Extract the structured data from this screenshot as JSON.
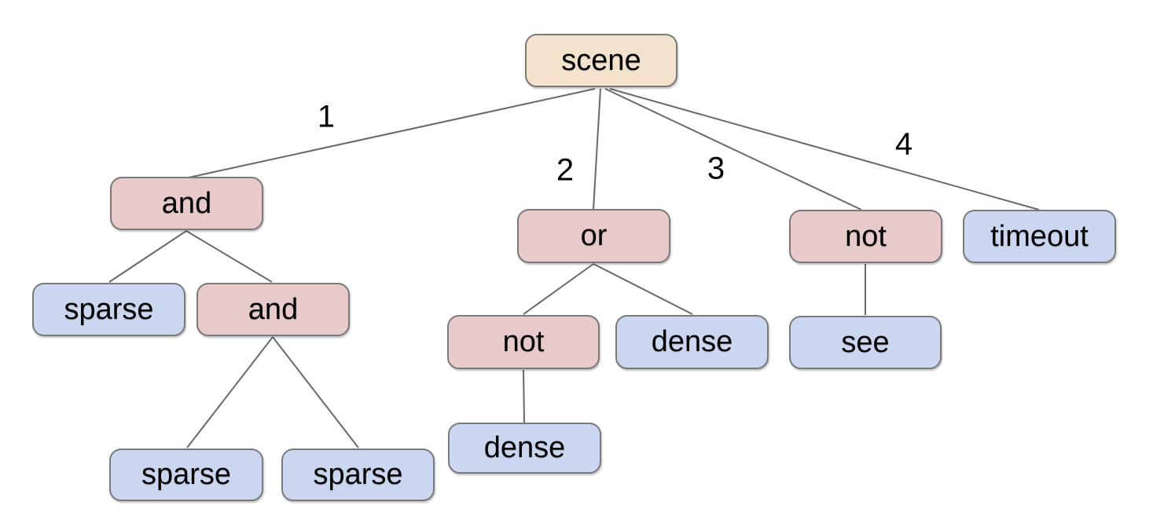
{
  "figure": {
    "background": "#ffffff",
    "palette": {
      "root_fill": "#f3e3cd",
      "operator_fill": "#e8caca",
      "leaf_fill": "#cbd7f0",
      "node_border": "#7a7a7a",
      "edge_color": "#696969",
      "edge_label_color": "#000000",
      "text_color": "#000000",
      "background": "#ffffff"
    },
    "nodes": [
      {
        "id": "scene",
        "label": "scene",
        "kind": "root"
      },
      {
        "id": "and-1",
        "label": "and",
        "kind": "operator"
      },
      {
        "id": "or",
        "label": "or",
        "kind": "operator"
      },
      {
        "id": "not-3",
        "label": "not",
        "kind": "operator"
      },
      {
        "id": "timeout",
        "label": "timeout",
        "kind": "leaf"
      },
      {
        "id": "sparse-a",
        "label": "sparse",
        "kind": "leaf"
      },
      {
        "id": "and-2",
        "label": "and",
        "kind": "operator"
      },
      {
        "id": "not-2",
        "label": "not",
        "kind": "operator"
      },
      {
        "id": "dense-a",
        "label": "dense",
        "kind": "leaf"
      },
      {
        "id": "see",
        "label": "see",
        "kind": "leaf"
      },
      {
        "id": "dense-b",
        "label": "dense",
        "kind": "leaf"
      },
      {
        "id": "sparse-b",
        "label": "sparse",
        "kind": "leaf"
      },
      {
        "id": "sparse-c",
        "label": "sparse",
        "kind": "leaf"
      }
    ],
    "edges": [
      {
        "from": "scene",
        "to": "and-1",
        "label": "1"
      },
      {
        "from": "scene",
        "to": "or",
        "label": "2"
      },
      {
        "from": "scene",
        "to": "not-3",
        "label": "3"
      },
      {
        "from": "scene",
        "to": "timeout",
        "label": "4"
      },
      {
        "from": "and-1",
        "to": "sparse-a",
        "label": ""
      },
      {
        "from": "and-1",
        "to": "and-2",
        "label": ""
      },
      {
        "from": "and-2",
        "to": "sparse-b",
        "label": ""
      },
      {
        "from": "and-2",
        "to": "sparse-c",
        "label": ""
      },
      {
        "from": "or",
        "to": "not-2",
        "label": ""
      },
      {
        "from": "or",
        "to": "dense-a",
        "label": ""
      },
      {
        "from": "not-2",
        "to": "dense-b",
        "label": ""
      },
      {
        "from": "not-3",
        "to": "see",
        "label": ""
      }
    ]
  }
}
